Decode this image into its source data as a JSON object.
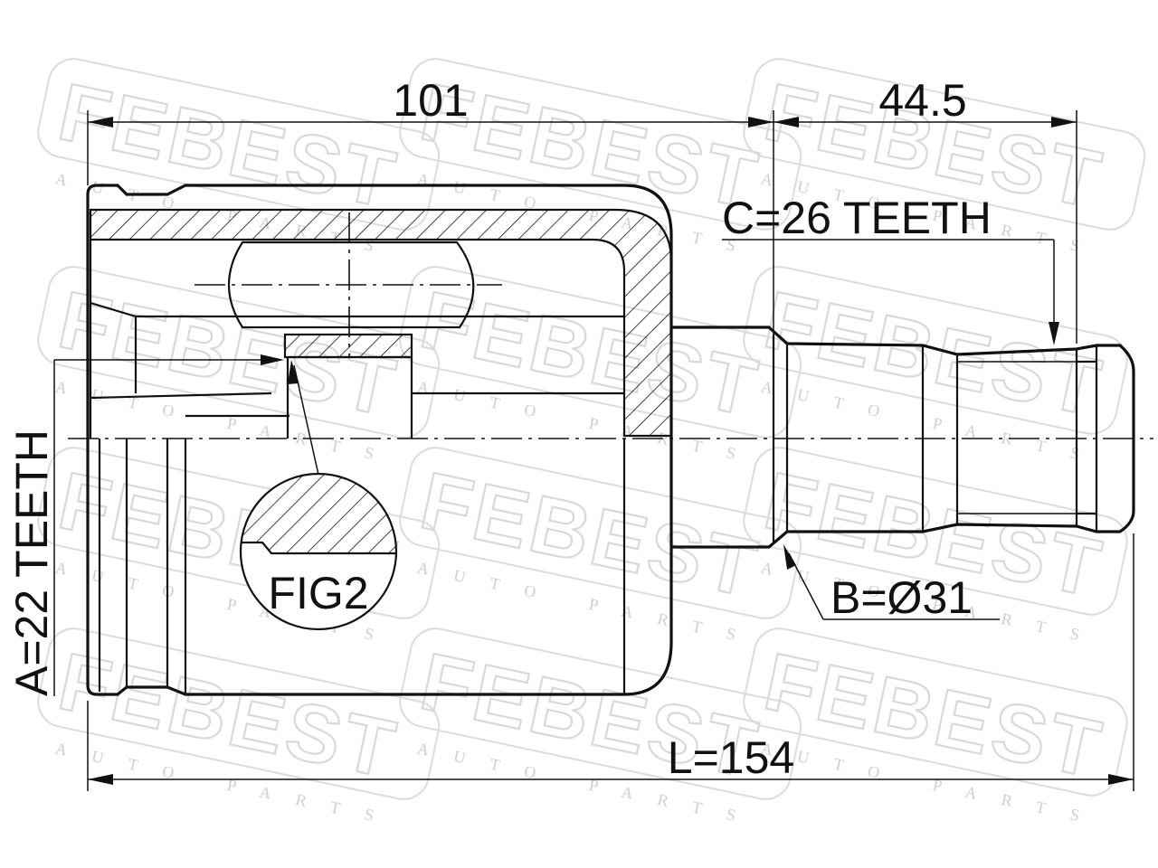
{
  "watermark": {
    "brand": "FEBEST",
    "tagline": "AUTO PARTS"
  },
  "dimensions": {
    "top_left_length": "101",
    "top_right_length": "44.5",
    "outer_spline": "C=26 TEETH",
    "inner_spline": "A=22 TEETH",
    "shaft_diameter": "B=Ø31",
    "overall_length": "L=154",
    "detail_label": "FIG2"
  }
}
